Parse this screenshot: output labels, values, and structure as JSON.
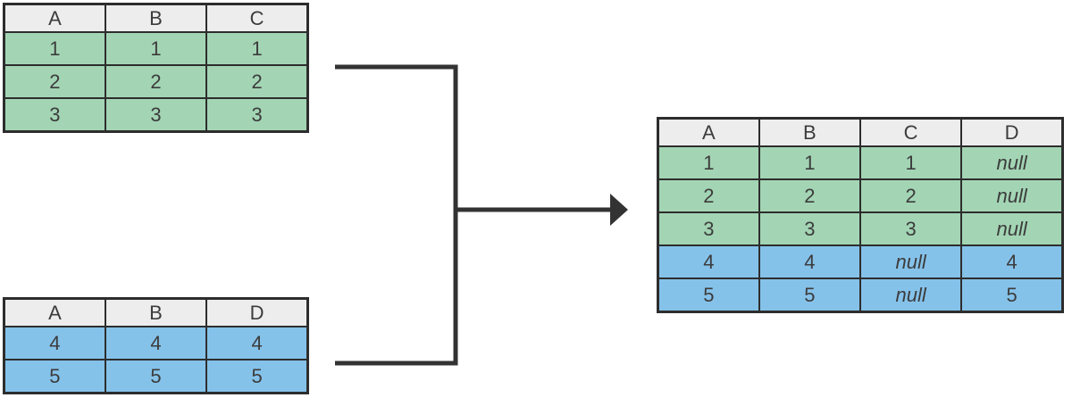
{
  "colors": {
    "header_bg": "#ededed",
    "green_row": "#a3d5b4",
    "blue_row": "#85c2ea",
    "border": "#2d2d2d",
    "text": "#3c3c3c",
    "connector": "#333333"
  },
  "tables": {
    "top_left": {
      "headers": [
        "A",
        "B",
        "C"
      ],
      "rows": [
        {
          "tone": "green",
          "cells": [
            "1",
            "1",
            "1"
          ]
        },
        {
          "tone": "green",
          "cells": [
            "2",
            "2",
            "2"
          ]
        },
        {
          "tone": "green",
          "cells": [
            "3",
            "3",
            "3"
          ]
        }
      ]
    },
    "bottom_left": {
      "headers": [
        "A",
        "B",
        "D"
      ],
      "rows": [
        {
          "tone": "blue",
          "cells": [
            "4",
            "4",
            "4"
          ]
        },
        {
          "tone": "blue",
          "cells": [
            "5",
            "5",
            "5"
          ]
        }
      ]
    },
    "result": {
      "headers": [
        "A",
        "B",
        "C",
        "D"
      ],
      "rows": [
        {
          "tone": "green",
          "cells": [
            "1",
            "1",
            "1",
            "null"
          ]
        },
        {
          "tone": "green",
          "cells": [
            "2",
            "2",
            "2",
            "null"
          ]
        },
        {
          "tone": "green",
          "cells": [
            "3",
            "3",
            "3",
            "null"
          ]
        },
        {
          "tone": "blue",
          "cells": [
            "4",
            "4",
            "null",
            "4"
          ]
        },
        {
          "tone": "blue",
          "cells": [
            "5",
            "5",
            "null",
            "5"
          ]
        }
      ]
    }
  }
}
